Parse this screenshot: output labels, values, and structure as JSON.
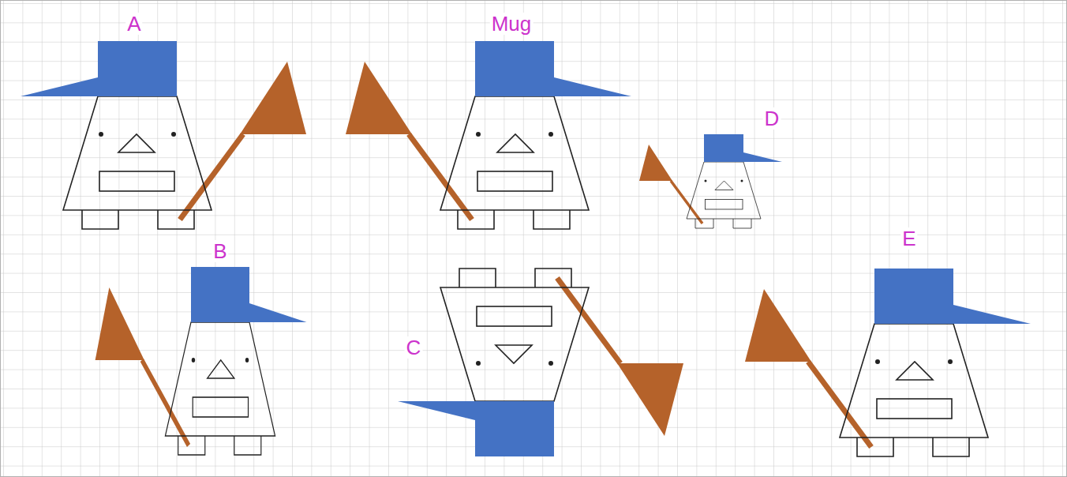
{
  "diagram": {
    "labels": [
      "A",
      "Mug",
      "D",
      "B",
      "C",
      "E"
    ]
  }
}
